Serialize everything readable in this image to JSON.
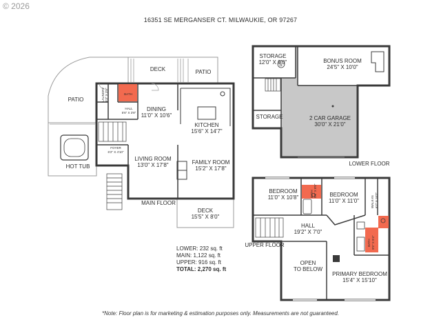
{
  "watermark": "© 2026",
  "address": "16351 SE MERGANSER CT. MILWAUKIE, OR 97267",
  "floors": {
    "main": "MAIN FLOOR",
    "lower": "LOWER FLOOR",
    "upper": "UPPER FLOOR"
  },
  "main_rooms": {
    "deck_top": {
      "name": "DECK"
    },
    "patio_top": {
      "name": "PATIO"
    },
    "patio_left": {
      "name": "PATIO"
    },
    "hot_tub": {
      "name": "HOT TUB"
    },
    "laundry": {
      "name": "LAUNDRY",
      "dim": "5'3\" X 3'8\""
    },
    "bath": {
      "name": "BATH"
    },
    "hall": {
      "name": "HALL",
      "dim": "5'6\" X 3'8\""
    },
    "dining": {
      "name": "DINING",
      "dim": "11'0\" X 10'6\""
    },
    "kitchen": {
      "name": "KITCHEN",
      "dim": "15'6\" X 14'7\""
    },
    "foyer": {
      "name": "FOYER",
      "dim": "6'2\" X 4'10\""
    },
    "living": {
      "name": "LIVING ROOM",
      "dim": "13'0\" X 17'8\""
    },
    "family": {
      "name": "FAMILY ROOM",
      "dim": "15'2\" X 17'8\""
    },
    "deck_bottom": {
      "name": "DECK",
      "dim": "15'5\" X 8'0\""
    }
  },
  "lower_rooms": {
    "storage_top": {
      "name": "STORAGE",
      "dim": "12'0\" X 9'0\""
    },
    "bonus": {
      "name": "BONUS ROOM",
      "dim": "24'5\" X 10'0\""
    },
    "storage_side": {
      "name": "STORAGE"
    },
    "garage": {
      "name": "2 CAR GARAGE",
      "dim": "30'0\" X 21'0\""
    }
  },
  "upper_rooms": {
    "bedroom_left": {
      "name": "BEDROOM",
      "dim": "11'0\" X 10'8\""
    },
    "bath_small": {
      "name": "BATH",
      "dim": "5'0\" X 8'0\""
    },
    "bedroom_right": {
      "name": "BEDROOM",
      "dim": "11'0\" X 11'0\""
    },
    "walkin": {
      "name": "WALK-IN",
      "dim": "6'7\" X 10'2\""
    },
    "hall": {
      "name": "HALL",
      "dim": "19'2\" X 7'0\""
    },
    "bath_primary": {
      "name": "BATH",
      "dim": "9'5\" X 9'4\""
    },
    "open": {
      "name": "OPEN",
      "name2": "TO BELOW"
    },
    "primary": {
      "name": "PRIMARY BEDROOM",
      "dim": "15'4\" X 15'10\""
    }
  },
  "totals": {
    "lower": "LOWER: 232 sq. ft",
    "main": "MAIN: 1,122 sq. ft",
    "upper": "UPPER: 916 sq. ft",
    "total": "TOTAL: 2,270 sq. ft"
  },
  "note": "*Note: Floor plan is for marketing & estimation purposes only. Measurements are not guaranteed.",
  "colors": {
    "wall": "#3a3a3a",
    "garage_fill": "#c8c8c8",
    "bath_fill": "#f26a4f",
    "outline": "#9a9a9a"
  }
}
